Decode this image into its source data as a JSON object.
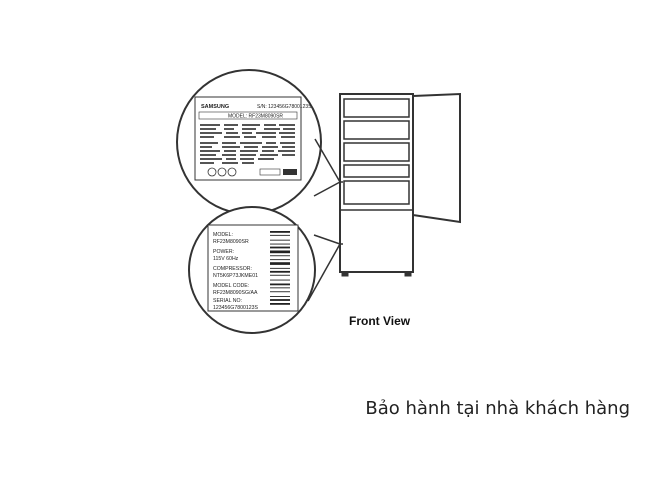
{
  "label_top": {
    "brand": "SAMSUNG",
    "serial": "S/N: 123456G7800123S",
    "model": "MODEL: RF23M8090SR"
  },
  "label_bottom": {
    "model_label": "MODEL:",
    "model_value": "RF23M8090SR",
    "power_label": "POWER:",
    "power_value": "115V 60Hz",
    "compressor_label": "COMPRESSOR:",
    "compressor_value": "NT5K6P73JKME01",
    "model_code_label": "MODEL CODE:",
    "model_code_value": "RF23M8090SG/AA",
    "serial_label": "SERIAL NO:",
    "serial_value": "123456G7800123S"
  },
  "view_label": "Front View",
  "caption": "Bảo hành tại nhà khách hàng"
}
